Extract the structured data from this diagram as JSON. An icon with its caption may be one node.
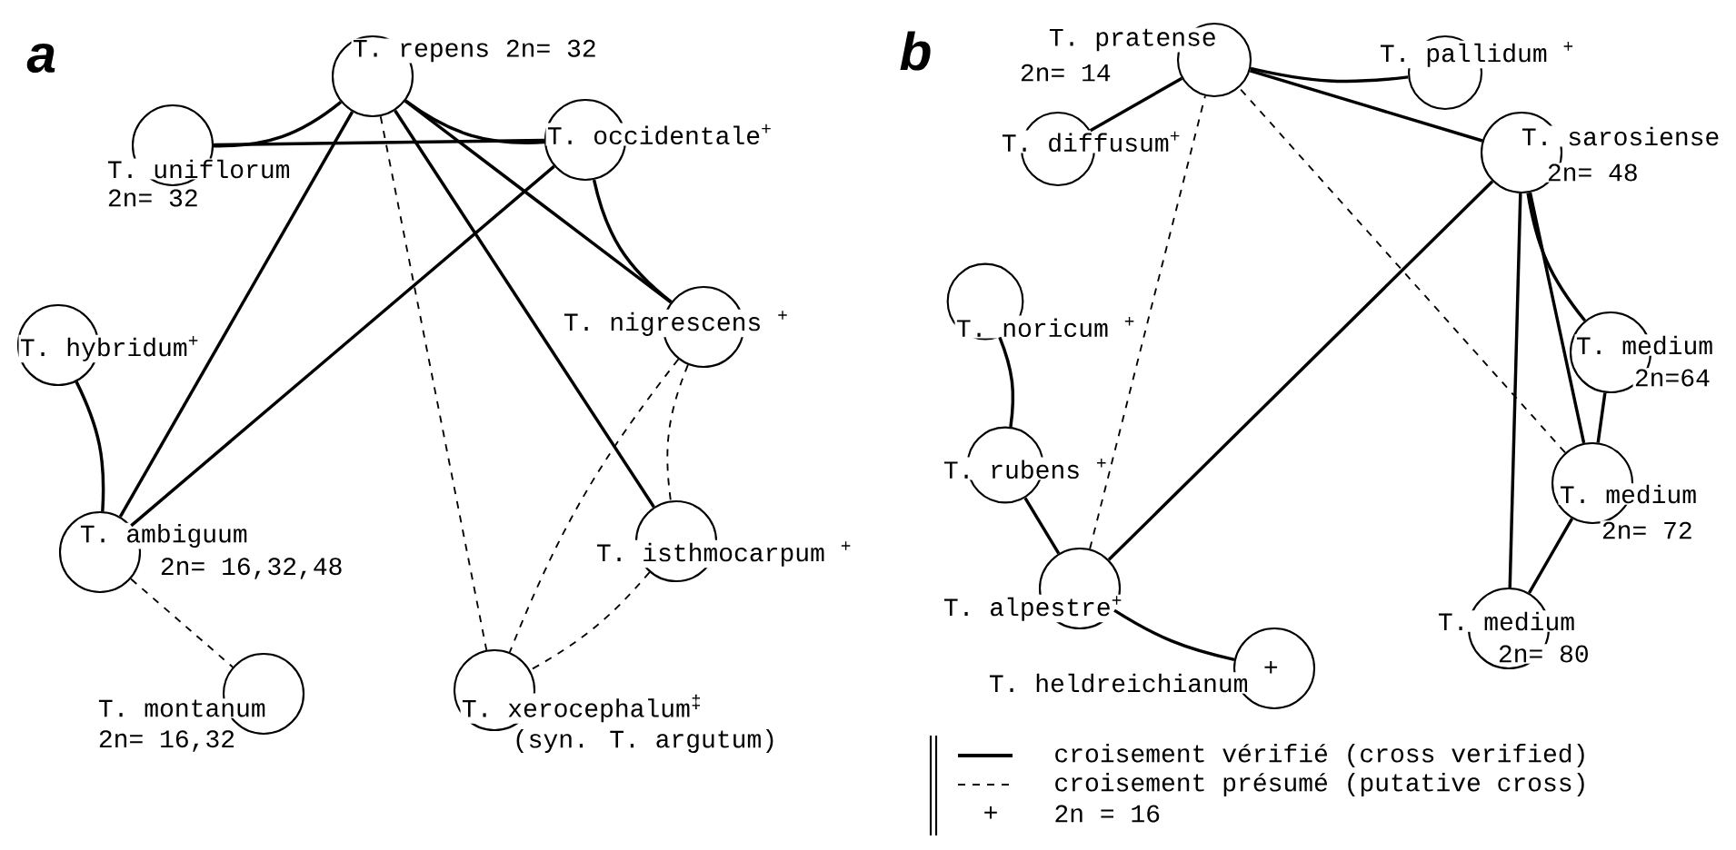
{
  "diagram": {
    "nodes": [
      {
        "text": [
          "T. repens 2n= 32"
        ]
      },
      {
        "text": [
          "T. uniflorum",
          "2n= 32"
        ]
      },
      {
        "text": [
          "T. occidentale$^{+}$"
        ]
      },
      {
        "text": [
          "T. hybridum$^{+}$"
        ]
      },
      {
        "text": [
          "T. nigrescens $^{+}$"
        ]
      },
      {
        "text": [
          "T. ambiguum",
          "2n= 16,32,48"
        ]
      },
      {
        "text": [
          "T. isthmocarpum $^{+}$"
        ]
      },
      {
        "text": [
          "T. montanum",
          "2n= 16,32"
        ]
      },
      {
        "text": [
          "T. xerocephalum$^{‡}$",
          "(syn. T. argutum)"
        ]
      },
      {
        "text": [
          "T. pratense",
          "2n= 14"
        ]
      },
      {
        "text": [
          "T. pallidum $^{+}$"
        ]
      },
      {
        "text": [
          "T. diffusum$^{+}$"
        ]
      },
      {
        "text": [
          "T. sarosiense",
          "2n= 48"
        ]
      },
      {
        "text": [
          "T. noricum $^{+}$"
        ]
      },
      {
        "text": [
          "T. medium",
          "2n=64"
        ]
      },
      {
        "text": [
          "T. rubens $^{+}$"
        ]
      },
      {
        "text": [
          "T. medium",
          "2n= 72"
        ]
      },
      {
        "text": [
          "T. alpestre$^{+}$"
        ]
      },
      {
        "text": [
          "T. medium",
          "2n= 80"
        ]
      },
      {
        "text": [
          "T. heldreichianum",
          "+"
        ]
      }
    ],
    "edges": [
      {
        "from": 0,
        "to": 1,
        "arrow": "none"
      },
      {
        "from": 0,
        "to": 2,
        "arrow": "none"
      },
      {
        "from": 1,
        "to": 2,
        "arrow": "none"
      },
      {
        "from": 0,
        "to": 5,
        "arrow": "none"
      },
      {
        "from": 2,
        "to": 5,
        "arrow": "none"
      },
      {
        "from": 0,
        "to": 4,
        "arrow": "none"
      },
      {
        "from": 0,
        "to": 6,
        "arrow": "none"
      },
      {
        "from": 2,
        "to": 4,
        "arrow": "none"
      },
      {
        "from": 3,
        "to": 5,
        "arrow": "none"
      },
      {
        "from": 0,
        "to": 8,
        "arrow": "none",
        "style": "dashed"
      },
      {
        "from": 4,
        "to": 8,
        "arrow": "none",
        "style": "dashed"
      },
      {
        "from": 4,
        "to": 6,
        "arrow": "none",
        "style": "dashed"
      },
      {
        "from": 6,
        "to": 8,
        "arrow": "none",
        "style": "dashed"
      },
      {
        "from": 5,
        "to": 7,
        "arrow": "none",
        "style": "dashed"
      },
      {
        "from": 9,
        "to": 10,
        "arrow": "none"
      },
      {
        "from": 9,
        "to": 11,
        "arrow": "none"
      },
      {
        "from": 9,
        "to": 12,
        "arrow": "none"
      },
      {
        "from": 17,
        "to": 9,
        "arrow": "none",
        "style": "dashed"
      },
      {
        "from": 16,
        "to": 9,
        "arrow": "none",
        "style": "dashed"
      },
      {
        "from": 12,
        "to": 17,
        "arrow": "none"
      },
      {
        "from": 12,
        "to": 14,
        "arrow": "none"
      },
      {
        "from": 12,
        "to": 16,
        "arrow": "none"
      },
      {
        "from": 12,
        "to": 18,
        "arrow": "none"
      },
      {
        "from": 14,
        "to": 16,
        "arrow": "none"
      },
      {
        "from": 16,
        "to": 18,
        "arrow": "none"
      },
      {
        "from": 13,
        "to": 15,
        "arrow": "none"
      },
      {
        "from": 15,
        "to": 17,
        "arrow": "none"
      },
      {
        "from": 17,
        "to": 19,
        "arrow": "none"
      }
    ],
    "labels": [
      "a",
      "b",
      "+"
    ],
    "legend": [
      {
        "text": "croisement vérifié (cross verified)"
      },
      {
        "text": "croisement présumé (putative cross)"
      },
      {
        "text": "2n = 16"
      }
    ]
  }
}
